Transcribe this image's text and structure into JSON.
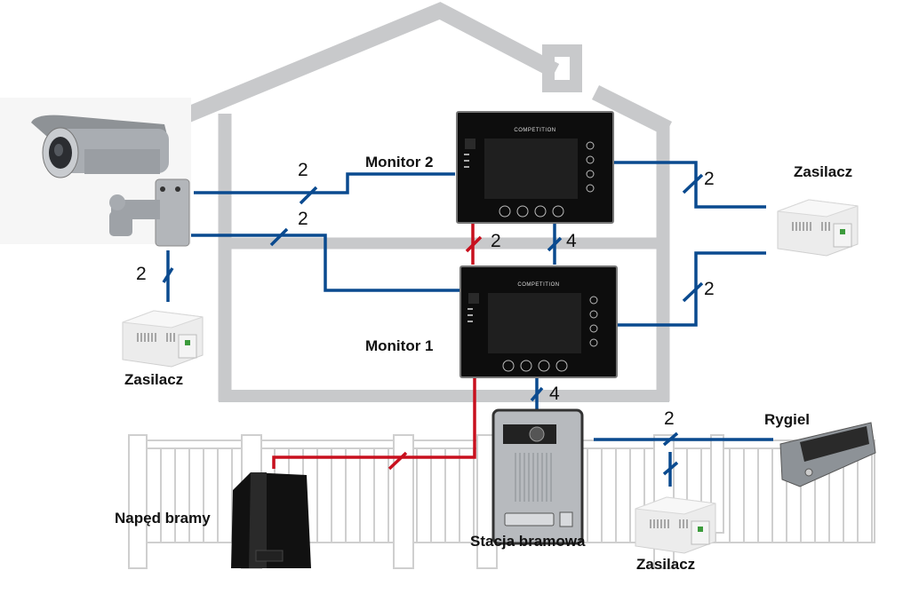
{
  "colors": {
    "house": "#c8c9cb",
    "wire_blue": "#0a4a8f",
    "wire_red": "#c8101e",
    "label_text": "#111111",
    "monitor_body": "#0d0d0d"
  },
  "labels": {
    "monitor2": "Monitor 2",
    "monitor1": "Monitor 1",
    "psu_camera": "Zasilacz",
    "psu_monitors": "Zasilacz",
    "psu_lock": "Zasilacz",
    "lock": "Rygiel",
    "gate_motor": "Napęd bramy",
    "door_station": "Stacja bramowa"
  },
  "monitor_brand": "COMPETITION",
  "wire_counts": {
    "camera_to_monitor2": "2",
    "camera_to_monitor1": "2",
    "camera_to_psu": "2",
    "monitor2_to_psu": "2",
    "monitor1_to_psu": "2",
    "monitor2_to_monitor1_red": "2",
    "monitor2_to_monitor1_blue": "4",
    "monitor1_to_door_station": "4",
    "door_station_to_lock": "2"
  },
  "icons": {
    "camera": "cctv-camera-icon",
    "psu": "power-supply-icon",
    "monitor": "video-monitor-icon",
    "door_station": "door-station-icon",
    "lock": "electric-strike-icon",
    "gate_motor": "gate-motor-icon"
  }
}
